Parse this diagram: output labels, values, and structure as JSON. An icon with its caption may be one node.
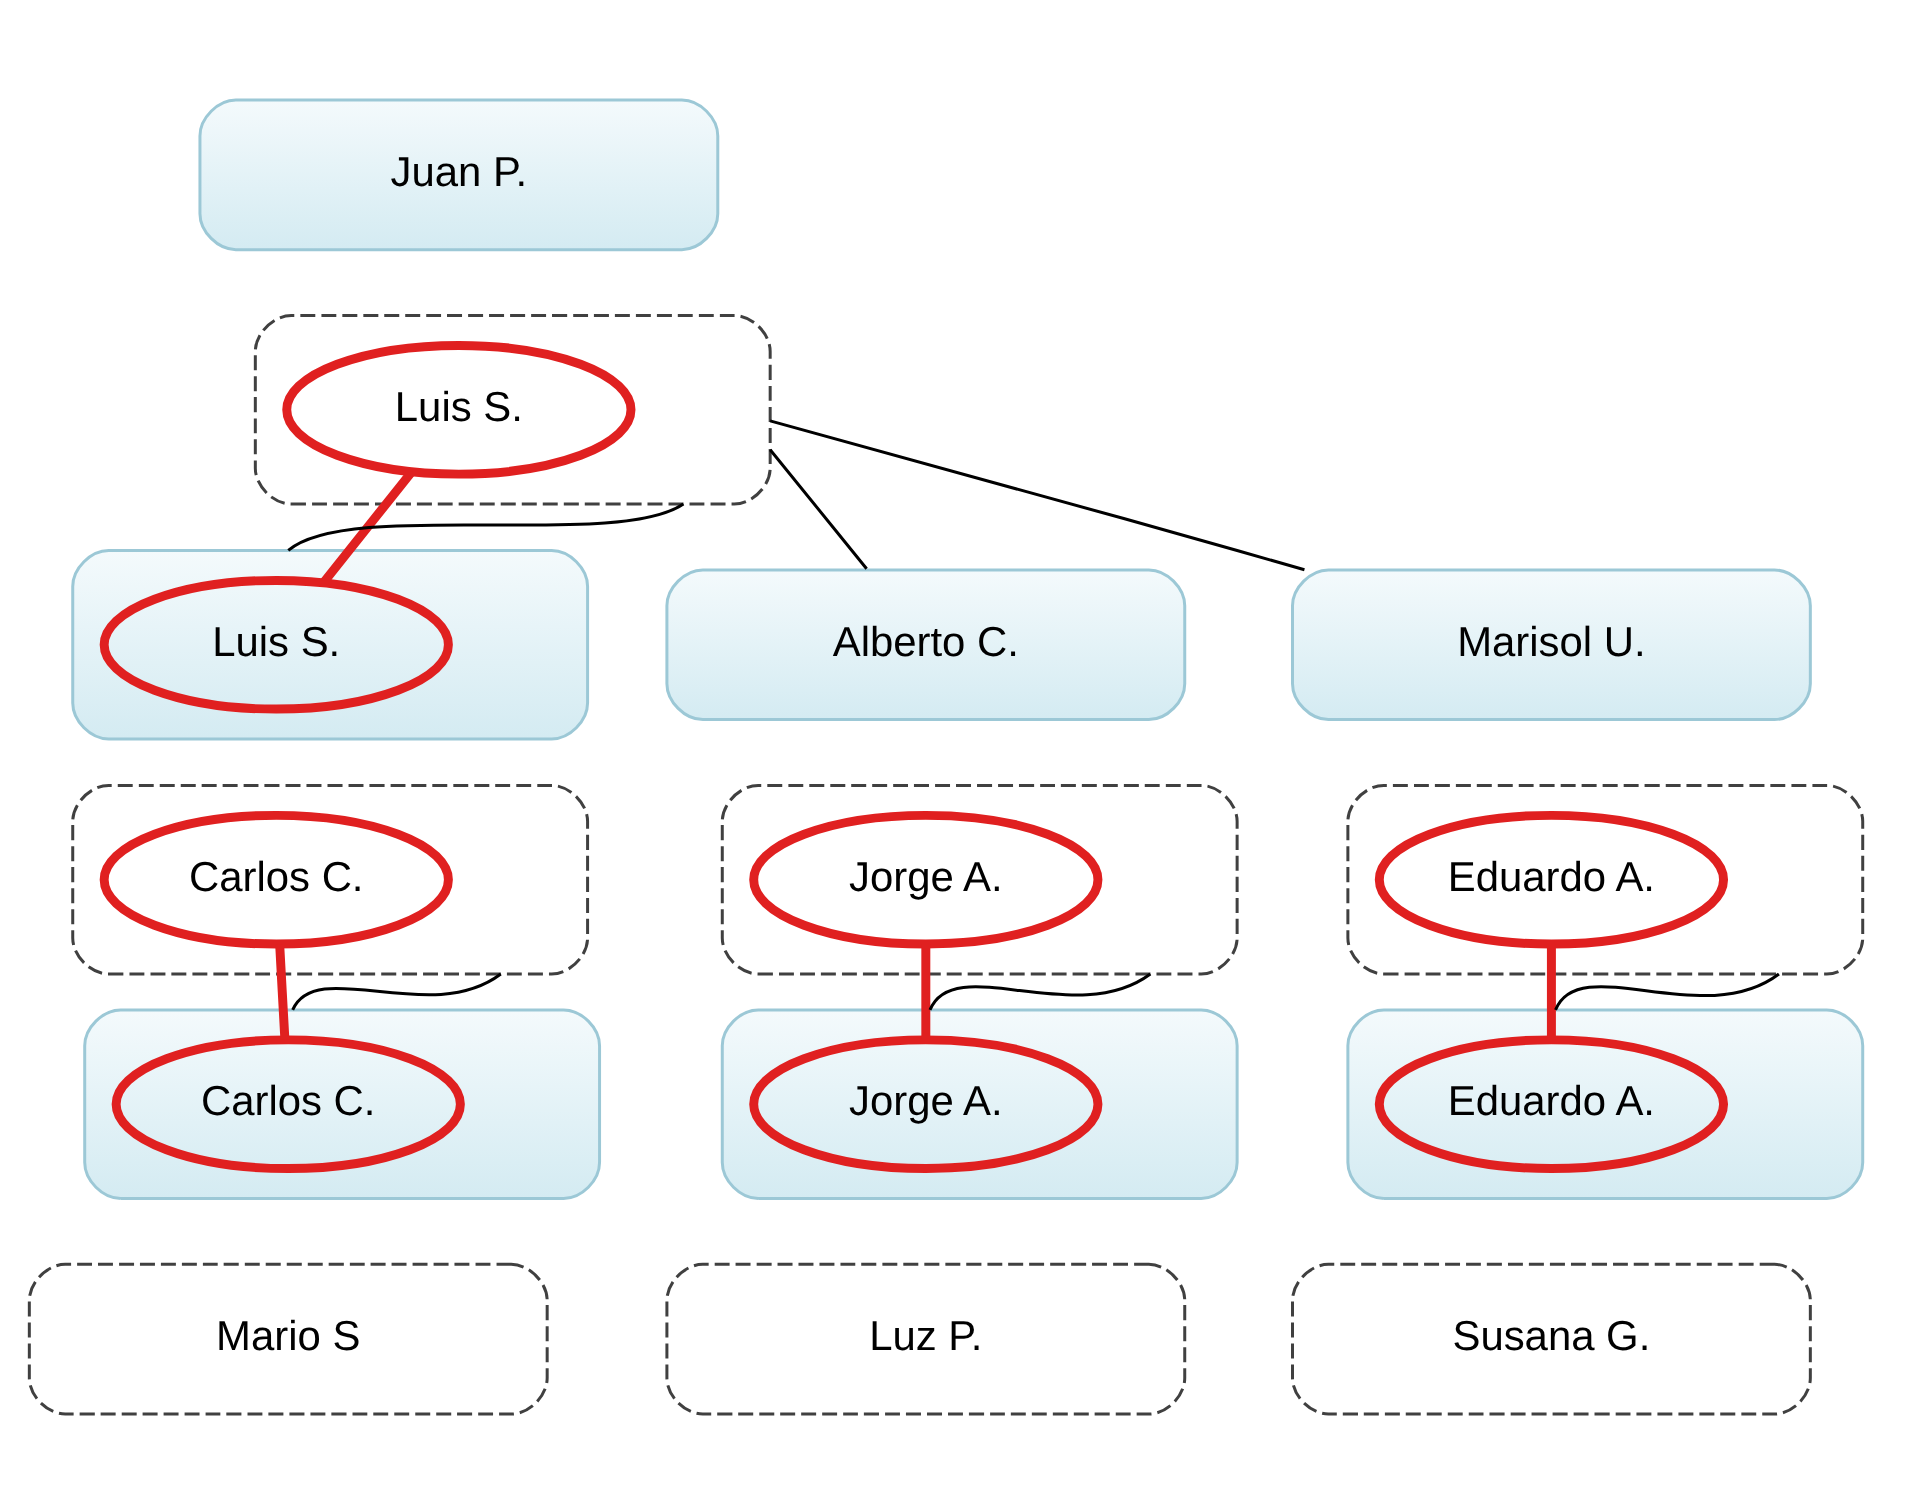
{
  "diagram": {
    "nodes": [
      {
        "text": [
          "Juan P."
        ]
      },
      {
        "text": [],
        "shape": "box"
      },
      {
        "text": [
          "Luis S."
        ],
        "in": 1
      },
      {
        "text": [],
        "shape": "box"
      },
      {
        "text": [
          "Luis S."
        ],
        "in": 3
      },
      {
        "text": [
          "Alberto C."
        ]
      },
      {
        "text": [
          "Marisol U."
        ]
      },
      {
        "text": [],
        "shape": "box"
      },
      {
        "text": [
          "Carlos C."
        ],
        "in": 7
      },
      {
        "text": [],
        "shape": "box"
      },
      {
        "text": [
          "Jorge A."
        ],
        "in": 9
      },
      {
        "text": [],
        "shape": "box"
      },
      {
        "text": [
          "Eduardo A."
        ],
        "in": 11
      },
      {
        "text": [],
        "shape": "box"
      },
      {
        "text": [
          "Carlos C."
        ],
        "in": 13
      },
      {
        "text": [],
        "shape": "box"
      },
      {
        "text": [
          "Jorge A."
        ],
        "in": 15
      },
      {
        "text": [],
        "shape": "box"
      },
      {
        "text": [
          "Eduardo A."
        ],
        "in": 17
      },
      {
        "text": [
          "Mario S"
        ]
      },
      {
        "text": [
          "Luz P."
        ]
      },
      {
        "text": [
          "Susana G."
        ]
      }
    ],
    "edges": [
      {
        "from": 1,
        "to": 3,
        "arrow": "none"
      },
      {
        "from": 1,
        "to": 5,
        "arrow": "none"
      },
      {
        "from": 1,
        "to": 6,
        "arrow": "none"
      },
      {
        "from": 2,
        "to": 4,
        "arrow": "none",
        "style": "thick",
        "color": "#e02020"
      },
      {
        "from": 7,
        "to": 13,
        "arrow": "none"
      },
      {
        "from": 9,
        "to": 15,
        "arrow": "none"
      },
      {
        "from": 11,
        "to": 17,
        "arrow": "none"
      },
      {
        "from": 8,
        "to": 14,
        "arrow": "none",
        "style": "thick",
        "color": "#e02020"
      },
      {
        "from": 10,
        "to": 16,
        "arrow": "none",
        "style": "thick",
        "color": "#e02020"
      },
      {
        "from": 12,
        "to": 18,
        "arrow": "none",
        "style": "thick",
        "color": "#e02020"
      }
    ]
  }
}
